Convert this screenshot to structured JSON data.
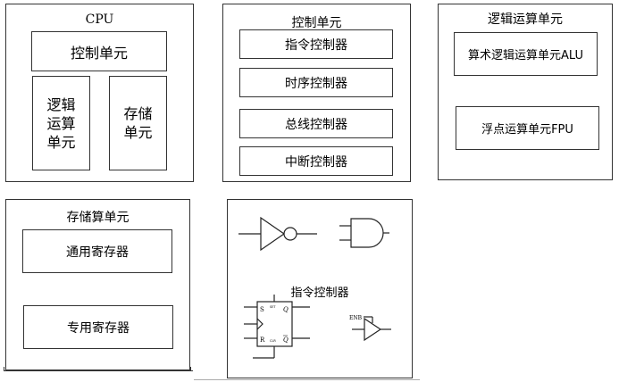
{
  "cpu_panel": {
    "title": "CPU",
    "control_unit": "控制单元",
    "alu": [
      "逻辑",
      "运算",
      "单元"
    ],
    "storage": [
      "存储",
      "单元"
    ]
  },
  "control_panel": {
    "title": "控制单元",
    "items": [
      "指令控制器",
      "时序控制器",
      "总线控制器",
      "中断控制器"
    ]
  },
  "logic_panel": {
    "title": "逻辑运算单元",
    "items": [
      "算术逻辑运算单元ALU",
      "浮点运算单元FPU"
    ]
  },
  "storage_panel": {
    "title": "存储算单元",
    "items": [
      "通用寄存器",
      "专用寄存器"
    ]
  },
  "symbols_panel": {
    "label": "指令控制器",
    "ff_s": "S",
    "ff_r": "R",
    "ff_q": "Q",
    "ff_qbar": "Q",
    "ff_set_tag": "SET",
    "ff_clr_tag": "CLR",
    "enb": "ENB"
  }
}
